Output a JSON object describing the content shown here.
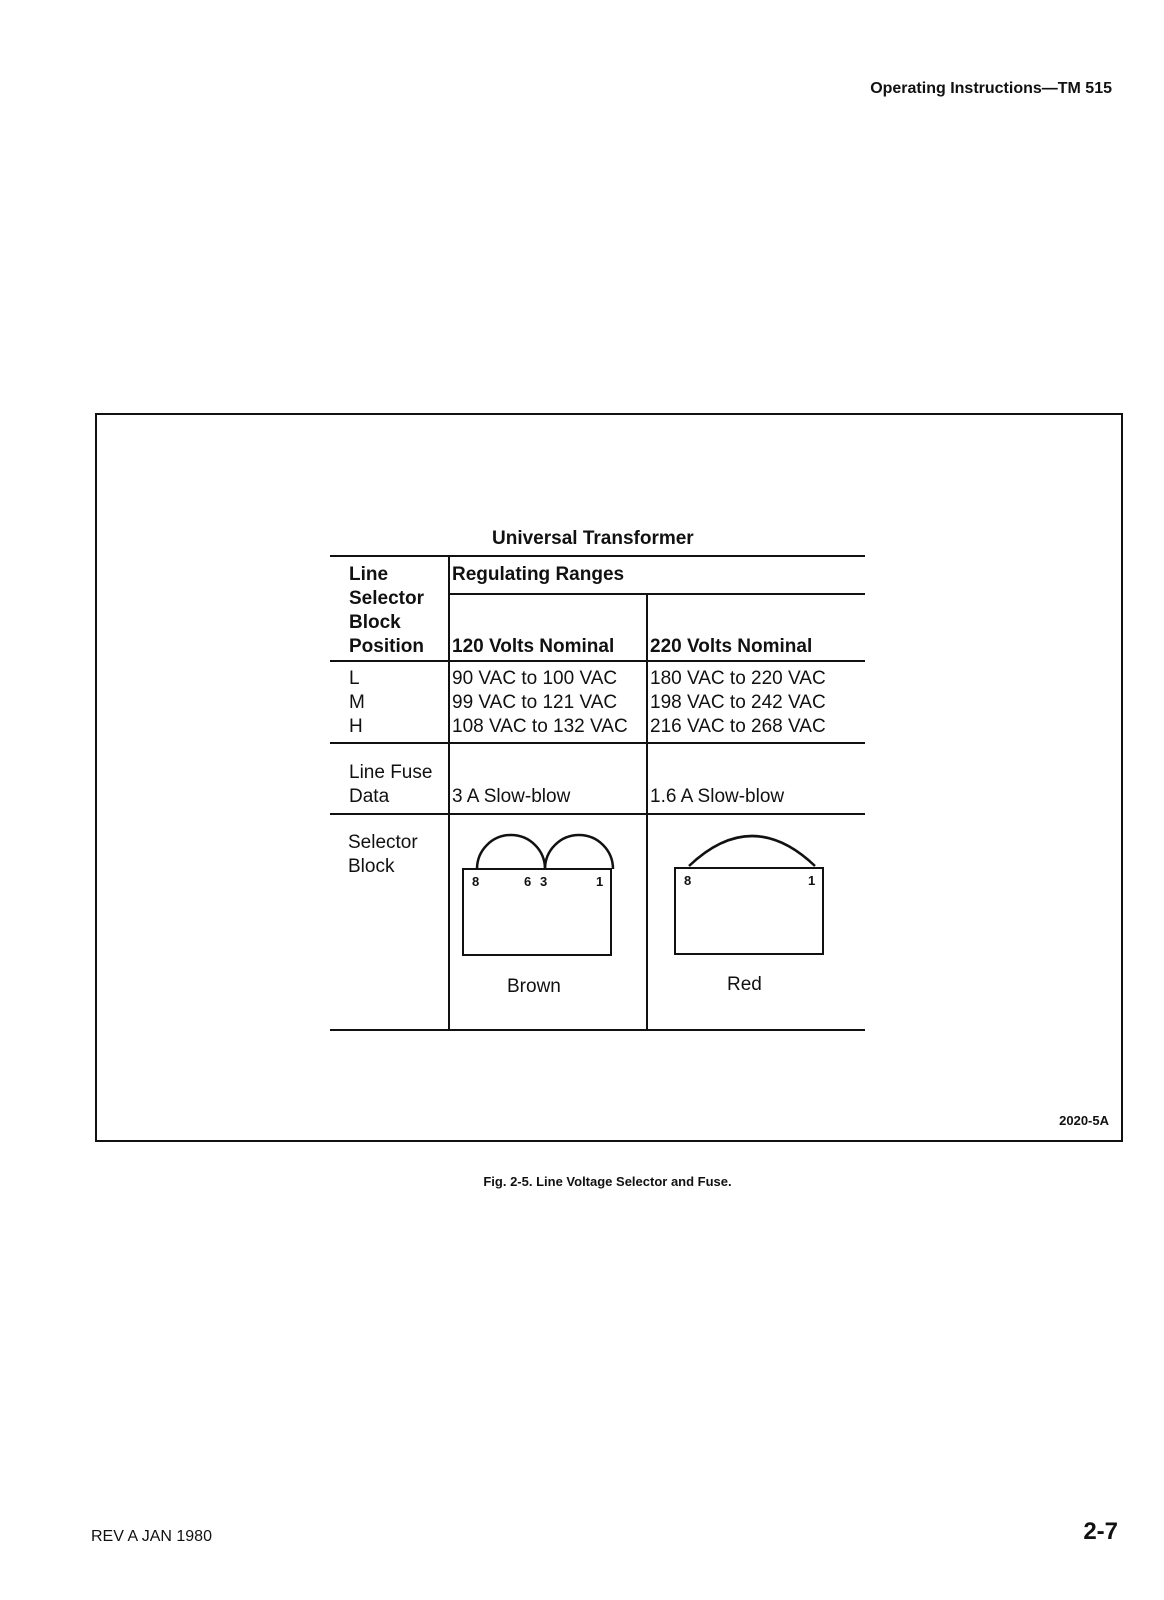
{
  "header": {
    "running_head": "Operating Instructions—TM 515"
  },
  "figure": {
    "table_title": "Universal Transformer",
    "col_header_position": [
      "Line",
      "Selector",
      "Block",
      "Position"
    ],
    "col_header_group": "Regulating Ranges",
    "col_header_120": "120 Volts Nominal",
    "col_header_220": "220 Volts Nominal",
    "rows": [
      {
        "position": "L",
        "v120": "90 VAC to 100 VAC",
        "v220": "180 VAC to 220 VAC"
      },
      {
        "position": "M",
        "v120": "99 VAC to 121 VAC",
        "v220": "198 VAC to 242 VAC"
      },
      {
        "position": "H",
        "v120": "108 VAC to 132 VAC",
        "v220": "216 VAC to 268 VAC"
      }
    ],
    "fuse_label": [
      "Line Fuse",
      "Data"
    ],
    "fuse_120": "3 A Slow-blow",
    "fuse_220": "1.6 A Slow-blow",
    "selector_label": [
      "Selector",
      "Block"
    ],
    "block_120": {
      "terminals": [
        "8",
        "6",
        "3",
        "1"
      ],
      "color": "Brown"
    },
    "block_220": {
      "terminals": [
        "8",
        "1"
      ],
      "color": "Red"
    },
    "figure_id": "2020-5A",
    "caption": "Fig. 2-5. Line Voltage Selector and Fuse."
  },
  "footer": {
    "revision": "REV A JAN 1980",
    "page_number": "2-7"
  }
}
